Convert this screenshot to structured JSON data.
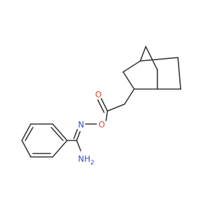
{
  "colors": {
    "bond": "#333333",
    "oxygen": "#e8432e",
    "nitrogen": "#2f4fd0",
    "background": "#ffffff"
  },
  "atoms": {
    "carbonyl_oxygen": "O",
    "ester_oxygen": "O",
    "imine_nitrogen": "N",
    "amine_group": "NH",
    "amine_subscript": "2"
  }
}
